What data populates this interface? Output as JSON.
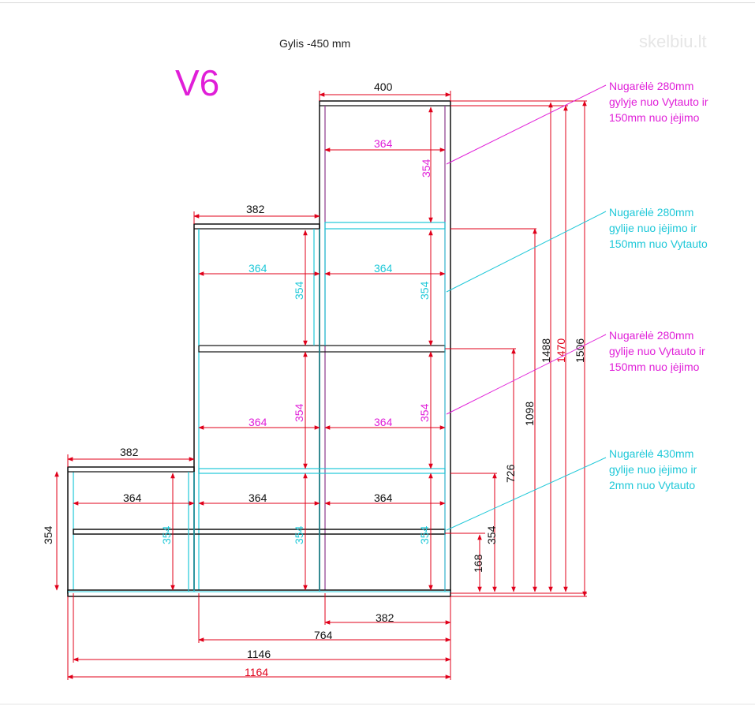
{
  "header": {
    "depth_label": "Gylis -450 mm",
    "variant": "V6",
    "watermark": "skelbiu.lt"
  },
  "dimensions": {
    "top_width": "400",
    "mid_width": "382",
    "left_width": "382",
    "inner_width": "364",
    "cell_height": "354",
    "bottom_inner": "382",
    "span_764": "764",
    "span_1146": "1146",
    "span_1164": "1164",
    "h_168": "168",
    "h_354": "354",
    "h_726": "726",
    "h_1098": "1098",
    "h_1488": "1488",
    "h_1470": "1470",
    "h_1506": "1506",
    "left_height": "354"
  },
  "notes": [
    {
      "lines": [
        "Nugarėlė 280mm",
        "gylyje nuo Vytauto ir",
        "150mm nuo įėjimo"
      ],
      "color": "#e01fd8"
    },
    {
      "lines": [
        "Nugarėlė 280mm",
        "gylije nuo įėjimo ir",
        "150mm nuo Vytauto"
      ],
      "color": "#1ec8d8"
    },
    {
      "lines": [
        "Nugarėlė 280mm",
        "gylije nuo Vytauto ir",
        "150mm nuo įėjimo"
      ],
      "color": "#e01fd8"
    },
    {
      "lines": [
        "Nugarėlė 430mm",
        "gylije nuo įėjimo ir",
        "2mm nuo Vytauto"
      ],
      "color": "#1ec8d8"
    }
  ],
  "colors": {
    "dimension_red": "#e0001a",
    "magenta": "#e01fd8",
    "cyan": "#1ec8d8",
    "outline": "#111111"
  }
}
